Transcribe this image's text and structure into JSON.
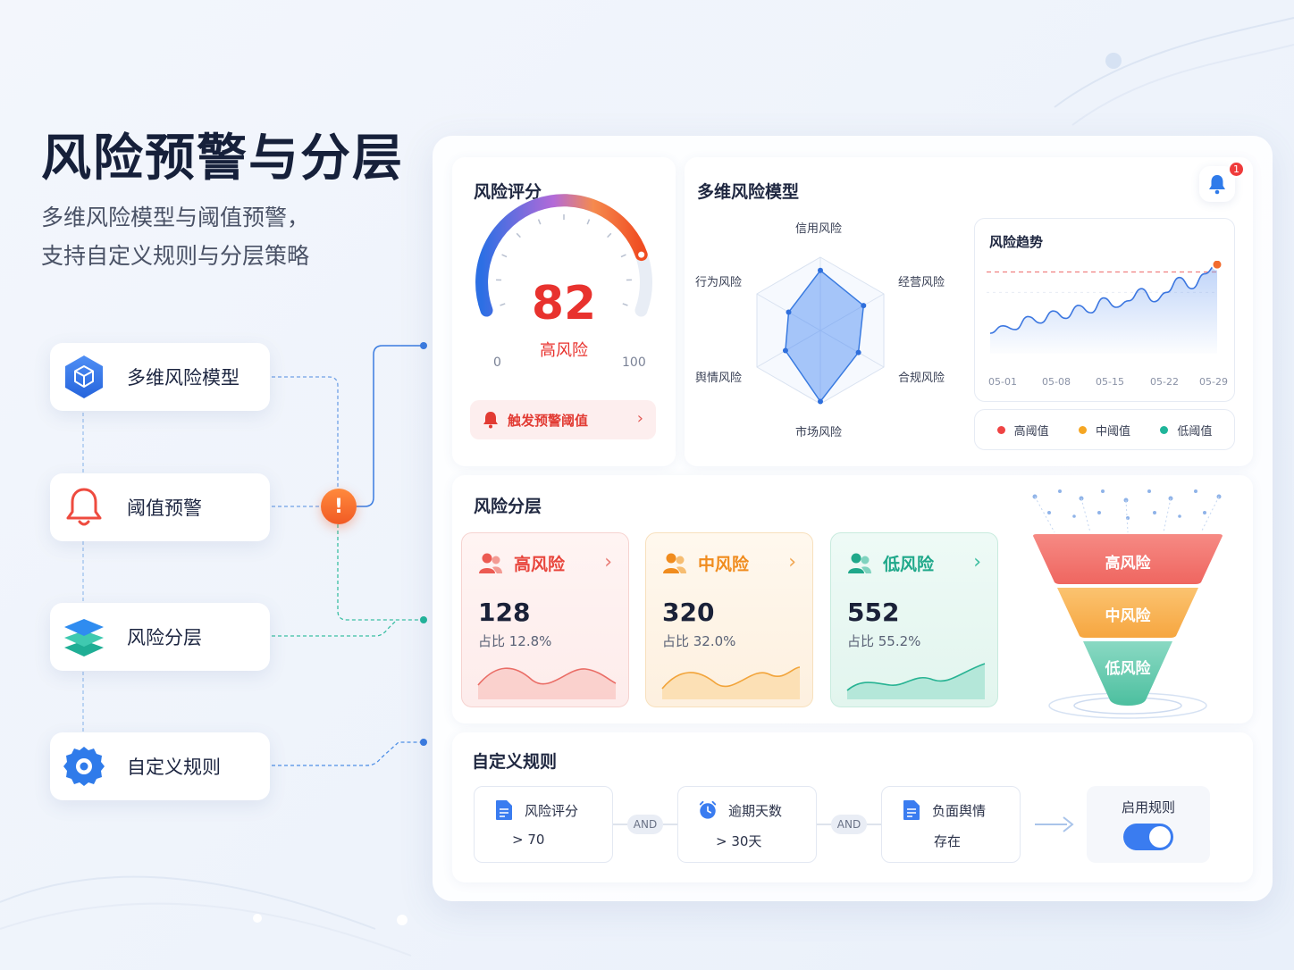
{
  "hero": {
    "title": "风险预警与分层",
    "subtitle_line1": "多维风险模型与阈值预警，",
    "subtitle_line2": "支持自定义规则与分层策略"
  },
  "features": [
    {
      "label": "多维风险模型",
      "icon": "cube-icon"
    },
    {
      "label": "阈值预警",
      "icon": "bell-icon"
    },
    {
      "label": "风险分层",
      "icon": "layers-icon"
    },
    {
      "label": "自定义规则",
      "icon": "gear-icon"
    }
  ],
  "alert_node": "!",
  "score": {
    "title": "风险评分",
    "value": "82",
    "level": "高风险",
    "min": "0",
    "max": "100",
    "fraction": 0.82,
    "alert_button": "触发预警阈值"
  },
  "radar": {
    "title": "多维风险模型",
    "axes": [
      "信用风险",
      "经营风险",
      "合规风险",
      "市场风险",
      "舆情风险",
      "行为风险"
    ],
    "values": [
      0.82,
      0.68,
      0.6,
      0.97,
      0.55,
      0.5
    ]
  },
  "notifications": {
    "badge": "1"
  },
  "trend": {
    "title": "风险趋势",
    "x_labels": [
      "05-01",
      "05-08",
      "05-15",
      "05-22",
      "05-29"
    ],
    "values": [
      22,
      30,
      26,
      40,
      33,
      46,
      38,
      52,
      44,
      60,
      50,
      57,
      70,
      56,
      66,
      82,
      70,
      86,
      96
    ],
    "high_threshold": 88,
    "mid_threshold": 66,
    "legend": [
      {
        "label": "高阈值",
        "color": "#ef4444"
      },
      {
        "label": "中阈值",
        "color": "#f5a623"
      },
      {
        "label": "低阈值",
        "color": "#1fb59a"
      }
    ]
  },
  "tiers": {
    "title": "风险分层",
    "items": [
      {
        "name": "高风险",
        "count": "128",
        "pct": "占比 12.8%",
        "color": "#e8453c"
      },
      {
        "name": "中风险",
        "count": "320",
        "pct": "占比 32.0%",
        "color": "#f08c1e"
      },
      {
        "name": "低风险",
        "count": "552",
        "pct": "占比 55.2%",
        "color": "#1fa88a"
      }
    ],
    "funnel": [
      "高风险",
      "中风险",
      "低风险"
    ]
  },
  "rules": {
    "title": "自定义规则",
    "conditions": [
      {
        "name": "风险评分",
        "value": "> 70",
        "icon": "document-icon"
      },
      {
        "name": "逾期天数",
        "value": "> 30天",
        "icon": "clock-icon"
      },
      {
        "name": "负面舆情",
        "value": "存在",
        "icon": "document-icon"
      }
    ],
    "operator": "AND",
    "enable_label": "启用规则",
    "enabled": true
  }
}
